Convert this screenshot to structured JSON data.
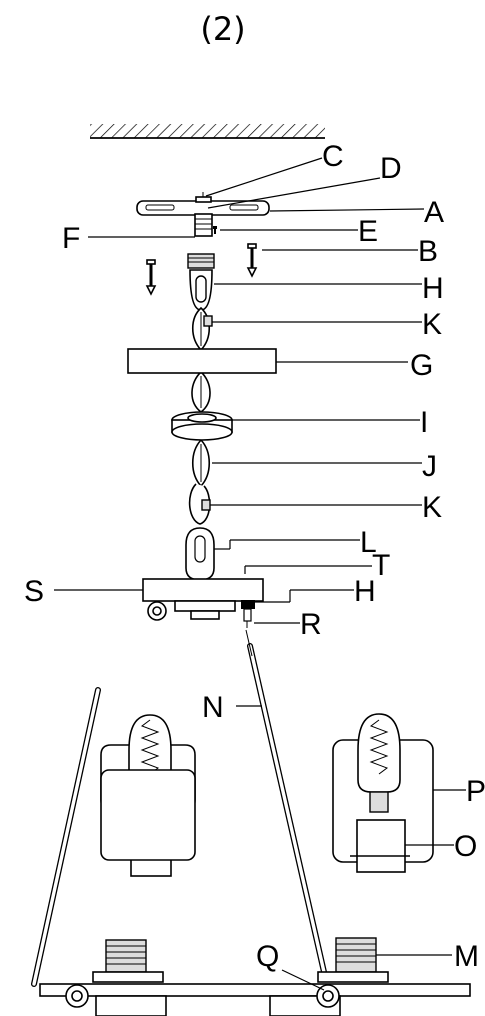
{
  "step_number": "(2)",
  "labels": {
    "A": "A",
    "B": "B",
    "C": "C",
    "D": "D",
    "E": "E",
    "F": "F",
    "G": "G",
    "H1": "H",
    "H2": "H",
    "I": "I",
    "J": "J",
    "K1": "K",
    "K2": "K",
    "L": "L",
    "M": "M",
    "N": "N",
    "O": "O",
    "P": "P",
    "Q": "Q",
    "R": "R",
    "S": "S",
    "T": "T"
  }
}
